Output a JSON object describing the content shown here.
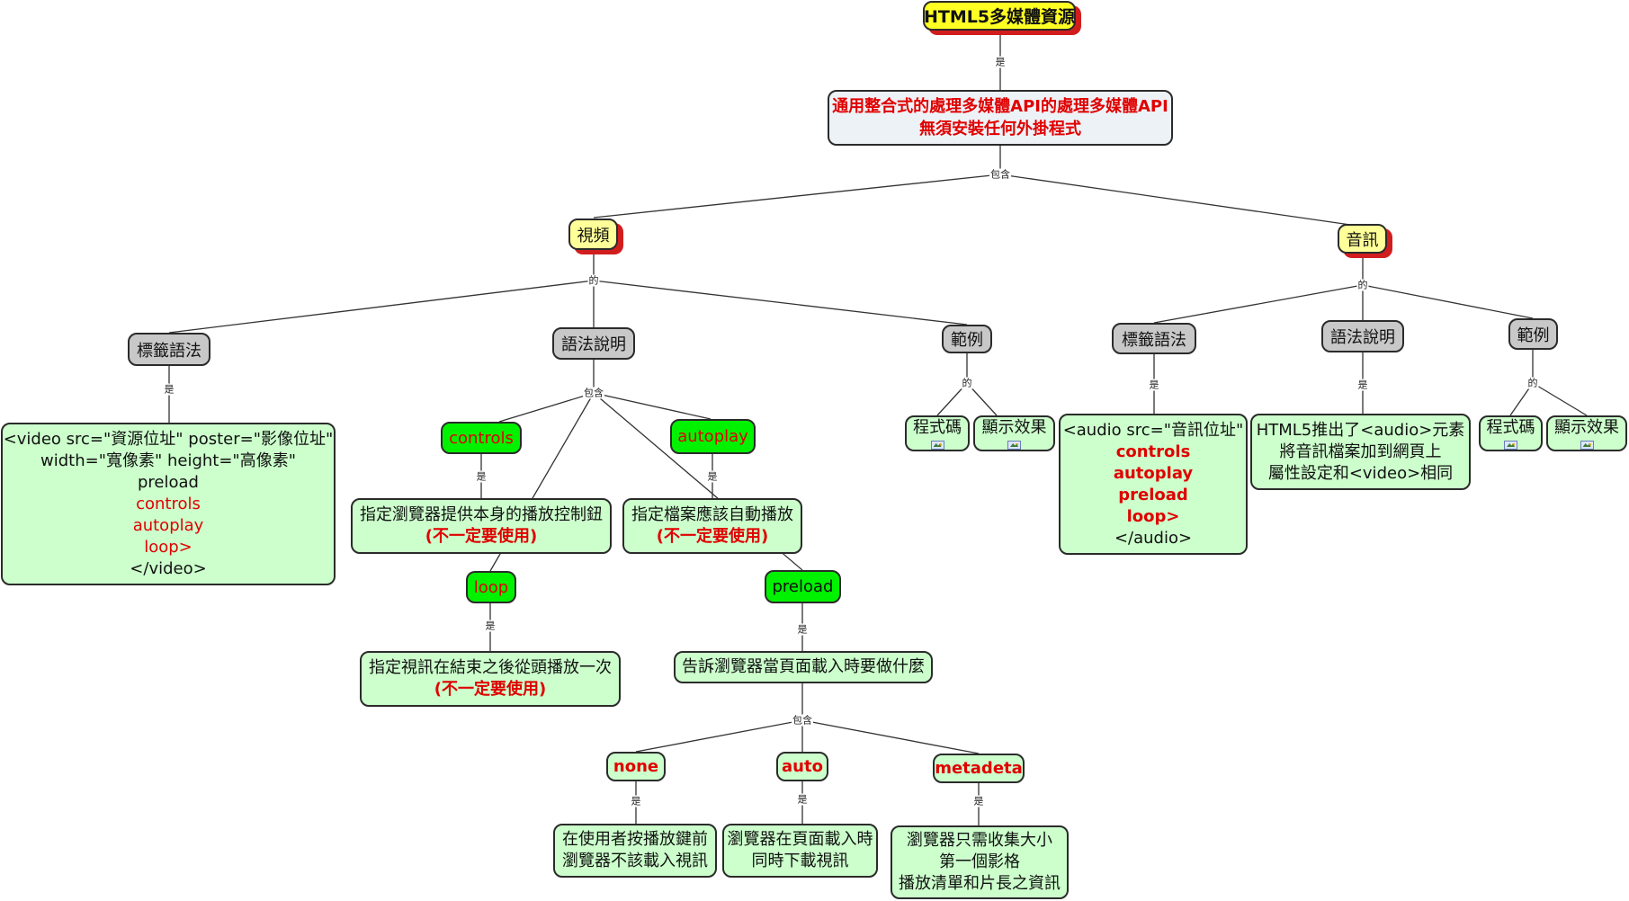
{
  "colors": {
    "root_fill": "#ffff24",
    "category_fill": "#ffff99",
    "shadow": "#d11d1d",
    "gray_fill": "#c8c8c8",
    "attr_fill": "#00f200",
    "note_fill": "#ccffcc",
    "highlight_text": "#e00000",
    "summary_fill": "#edf2f7"
  },
  "nodes": {
    "root": "HTML5多媒體資源",
    "summary": {
      "line1": "通用整合式的處理多媒體API的處理多媒體API",
      "line2": "無須安裝任何外掛程式"
    },
    "video": "視頻",
    "audio": "音訊",
    "video_tag_syntax": "標籤語法",
    "video_syntax_desc": "語法說明",
    "video_example": "範例",
    "audio_tag_syntax": "標籤語法",
    "audio_syntax_desc": "語法說明",
    "audio_example": "範例",
    "video_code": {
      "line1": "<video src=\"資源位址\" poster=\"影像位址\"",
      "line2": "width=\"寬像素\" height=\"高像素\"",
      "line3": "preload",
      "line4": "controls",
      "line5": "autoplay",
      "line6": "loop>",
      "line7": "</video>"
    },
    "controls": "controls",
    "autoplay": "autoplay",
    "loop": "loop",
    "preload": "preload",
    "controls_desc": {
      "line1": "指定瀏覽器提供本身的播放控制鈕",
      "line2": "(不一定要使用)"
    },
    "autoplay_desc": {
      "line1": "指定檔案應該自動播放",
      "line2": "(不一定要使用)"
    },
    "loop_desc": {
      "line1": "指定視訊在結束之後從頭播放一次",
      "line2": "(不一定要使用)"
    },
    "preload_desc": "告訴瀏覽器當頁面載入時要做什麼",
    "none": "none",
    "auto": "auto",
    "metadeta": "metadeta",
    "none_desc": {
      "line1": "在使用者按播放鍵前",
      "line2": "瀏覽器不該載入視訊"
    },
    "auto_desc": {
      "line1": "瀏覽器在頁面載入時",
      "line2": "同時下載視訊"
    },
    "metadeta_desc": {
      "line1": "瀏覽器只需收集大小",
      "line2": "第一個影格",
      "line3": "播放清單和片長之資訊"
    },
    "video_code_ex": "程式碼",
    "video_effect_ex": "顯示效果",
    "audio_code": {
      "line1": "<audio src=\"音訊位址\"",
      "line2": "controls",
      "line3": "autoplay",
      "line4": "preload",
      "line5": "loop>",
      "line6": "</audio>"
    },
    "audio_desc": {
      "line1": "HTML5推出了<audio>元素",
      "line2": "將音訊檔案加到網頁上",
      "line3": "屬性設定和<video>相同"
    },
    "audio_code_ex": "程式碼",
    "audio_effect_ex": "顯示效果"
  },
  "link_labels": {
    "root_summary": "是",
    "summary_contains": "包含",
    "video_of": "的",
    "video_tag_is": "是",
    "video_syntax_contains": "包含",
    "video_example_of": "的",
    "controls_is": "是",
    "autoplay_is": "是",
    "loop_is": "是",
    "preload_is": "是",
    "preload_contains": "包含",
    "none_is": "是",
    "auto_is": "是",
    "metadeta_is": "是",
    "audio_of": "的",
    "audio_tag_is": "是",
    "audio_syntax_is": "是",
    "audio_example_of": "的"
  }
}
